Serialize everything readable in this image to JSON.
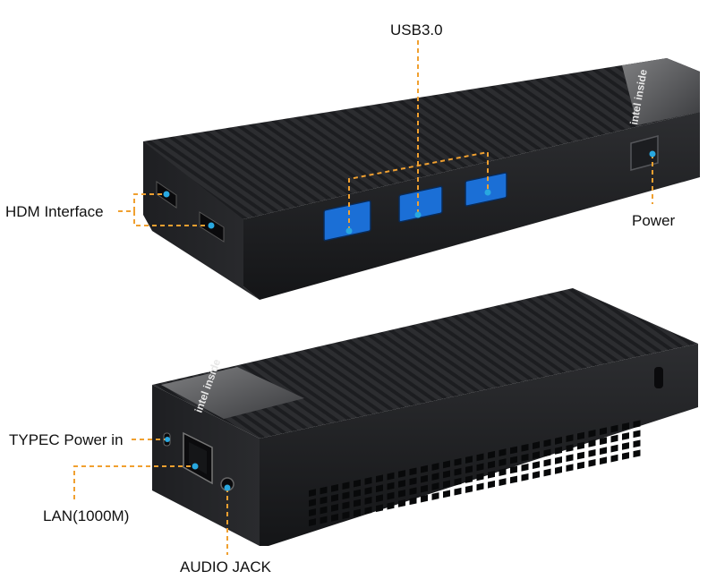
{
  "callouts": {
    "usb": "USB3.0",
    "hdmi": "HDM Interface",
    "power": "Power",
    "typec": "TYPEC Power in",
    "lan": "LAN(1000M)",
    "audio": "AUDIO JACK"
  },
  "branding": {
    "logo_text": "intel inside"
  },
  "colors": {
    "leader_line": "#f0a030",
    "marker_dot": "#29a8e0",
    "device_body": "#2a2b2e"
  },
  "icons": {
    "power_button": "power-button-icon",
    "usb_port": "usb-port-icon",
    "hdmi_port": "hdmi-port-icon",
    "lan_port": "ethernet-port-icon",
    "audio_jack": "audio-jack-icon",
    "typec_port": "usb-c-port-icon"
  }
}
